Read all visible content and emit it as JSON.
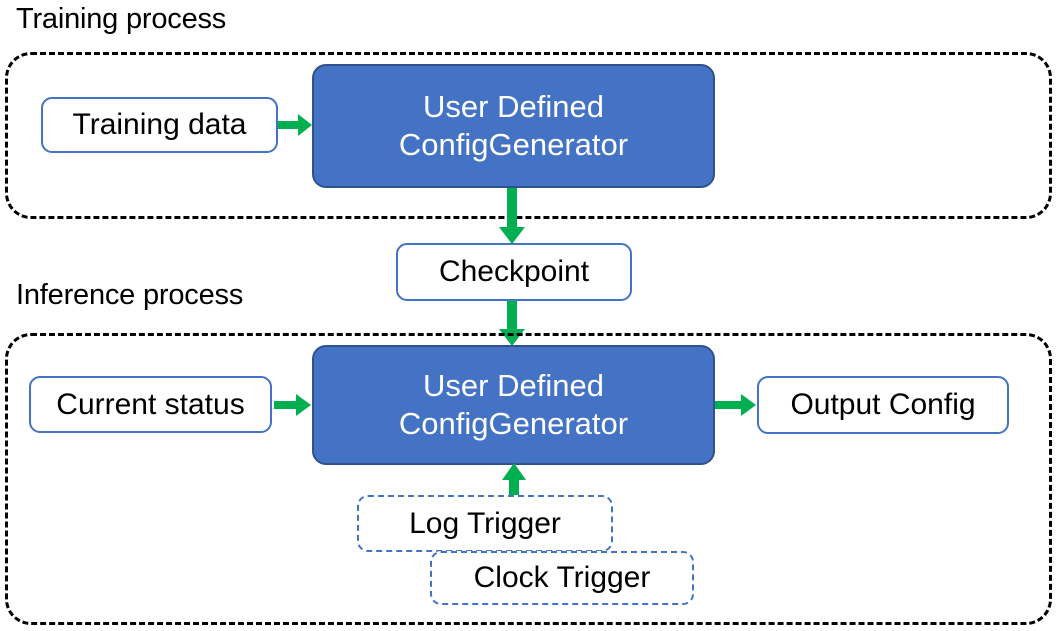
{
  "diagram": {
    "title_training": "Training process",
    "title_inference": "Inference process",
    "colors": {
      "accent_blue": "#4472C4",
      "blue_border": "#2F528F",
      "arrow_green": "#00B050",
      "container_dash": "#000000",
      "box_text": "#000000",
      "proc_text": "#FFFFFF",
      "background": "#FFFFFF"
    },
    "training": {
      "input_box": "Training data",
      "process_line1": "User Defined",
      "process_line2": "ConfigGenerator"
    },
    "checkpoint": {
      "label": "Checkpoint"
    },
    "inference": {
      "input_box": "Current status",
      "process_line1": "User Defined",
      "process_line2": "ConfigGenerator",
      "output_box": "Output Config",
      "trigger_log": "Log Trigger",
      "trigger_clock": "Clock Trigger"
    },
    "edges": [
      {
        "from": "Training data",
        "to": "User Defined ConfigGenerator (training)",
        "direction": "right"
      },
      {
        "from": "User Defined ConfigGenerator (training)",
        "to": "Checkpoint",
        "direction": "down"
      },
      {
        "from": "Checkpoint",
        "to": "User Defined ConfigGenerator (inference)",
        "direction": "down"
      },
      {
        "from": "Current status",
        "to": "User Defined ConfigGenerator (inference)",
        "direction": "right"
      },
      {
        "from": "User Defined ConfigGenerator (inference)",
        "to": "Output Config",
        "direction": "right"
      },
      {
        "from": "Log Trigger",
        "to": "User Defined ConfigGenerator (inference)",
        "direction": "up"
      }
    ]
  }
}
